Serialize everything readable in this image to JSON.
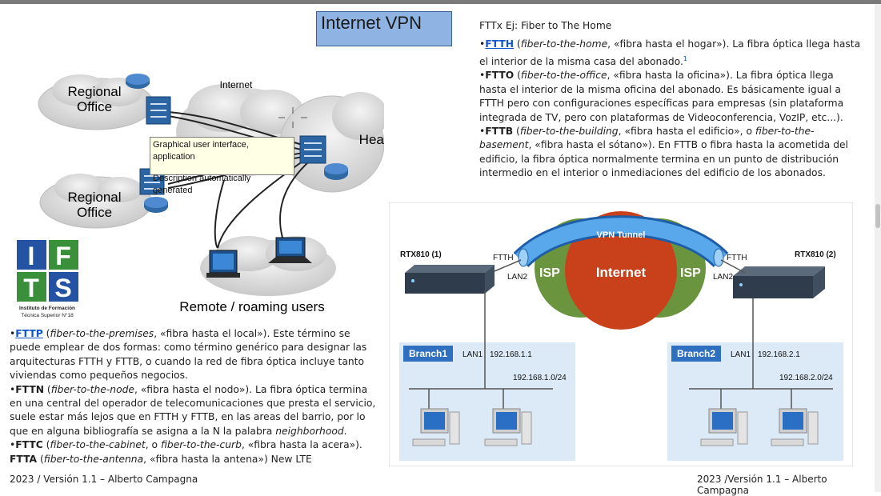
{
  "slide": {
    "title": "Internet VPN",
    "footer_left": "2023 / Versión 1.1 – Alberto Campagna",
    "footer_right": "2023 /Versión 1.1 – Alberto Campagna"
  },
  "diagram_left": {
    "regional_office_1": [
      "Regional",
      "Office"
    ],
    "regional_office_2": [
      "Regional",
      "Office"
    ],
    "internet_label": "Internet",
    "head_office": "Head-office",
    "remote_users": "Remote / roaming users",
    "tooltip_line1": "Graphical user interface, application",
    "tooltip_line2": "Description automatically generated"
  },
  "logo": {
    "letters": [
      "I",
      "F",
      "T",
      "S"
    ],
    "caption_line1": "Instituto de Formación",
    "caption_line2": "Técnica Superior N°18"
  },
  "text_right": {
    "heading": "FTTx Ej: Fiber to The Home",
    "ftth_abbr": "FTTH",
    "ftth_italic": "fiber-to-the-home",
    "ftth_rest": ", «fibra hasta el hogar»). La fibra óptica llega hasta el interior de la misma casa del abonado.",
    "ftth_sup": "1",
    "ftto_abbr": "FTTO",
    "ftto_italic": "fiber-to-the-office",
    "ftto_rest": ", «fibra hasta la oficina»). La fibra óptica llega hasta el interior de la misma oficina del abonado. Es básicamente igual a FTTH pero con configuraciones específicas para empresas (sin plataforma integrada de TV, pero con plataformas de Videoconferencia, VozIP, etc...).",
    "fttb_abbr": "FTTB",
    "fttb_italic": "fiber-to-the-building",
    "fttb_mid": ", «fibra hasta el edificio», o ",
    "fttb_italic2": "fiber-to-the-basement",
    "fttb_rest": ", «fibra hasta el sótano»). En FTTB o fibra hasta la acometida del edificio, la fibra óptica normalmente termina en un punto de distribución intermedio en el interior o inmediaciones del edificio de los abonados."
  },
  "text_left": {
    "fttp_abbr": "FTTP",
    "fttp_italic": "fiber-to-the-premises",
    "fttp_rest": ", «fibra hasta el local»). Este término se puede emplear de dos formas: como término genérico para designar las arquitecturas FTTH y FTTB, o cuando la red de fibra óptica incluye tanto viviendas como pequeños negocios.",
    "fttn_abbr": "FTTN",
    "fttn_italic": "fiber-to-the-node",
    "fttn_rest": ", «fibra hasta el nodo»). La fibra óptica termina en una central del operador de telecomunicaciones que presta el servicio, suele estar más lejos que en FTTH y FTTB, en las areas del barrio, por lo que en alguna bibliografía se asigna a la N la palabra ",
    "fttn_italic2": "neighborhood",
    "fttn_end": ".",
    "fttc_abbr": "FTTC",
    "fttc_italic": "fiber-to-the-cabinet",
    "fttc_mid": ", o ",
    "fttc_italic2": "fiber-to-the-curb",
    "fttc_rest": ", «fibra hasta la acera»).",
    "ftta_abbr": "FTTA",
    "ftta_italic": "fiber-to-the-antenna",
    "ftta_rest": ", «fibra hasta la antena») New LTE"
  },
  "vpn_diagram": {
    "router_left": "RTX810 (1)",
    "router_right": "RTX810 (2)",
    "ftth_left": "FTTH",
    "ftth_right": "FTTH",
    "lan2_left": "LAN2",
    "lan2_right": "LAN2",
    "isp_left": "ISP",
    "isp_right": "ISP",
    "internet": "Internet",
    "tunnel": "VPN Tunnel",
    "branch1": "Branch1",
    "branch2": "Branch2",
    "lan1_left": "LAN1",
    "lan1_right": "LAN1",
    "ip1": "192.168.1.1",
    "ip2": "192.168.2.1",
    "net1": "192.168.1.0/24",
    "net2": "192.168.2.0/24"
  },
  "colors": {
    "title_box": "#8fb4e3",
    "link": "#1155cc",
    "branch_label": "#2f6fbf",
    "isp": "#5e8b2e",
    "internet": "#c8411b",
    "tunnel": "#3d8fd9"
  }
}
